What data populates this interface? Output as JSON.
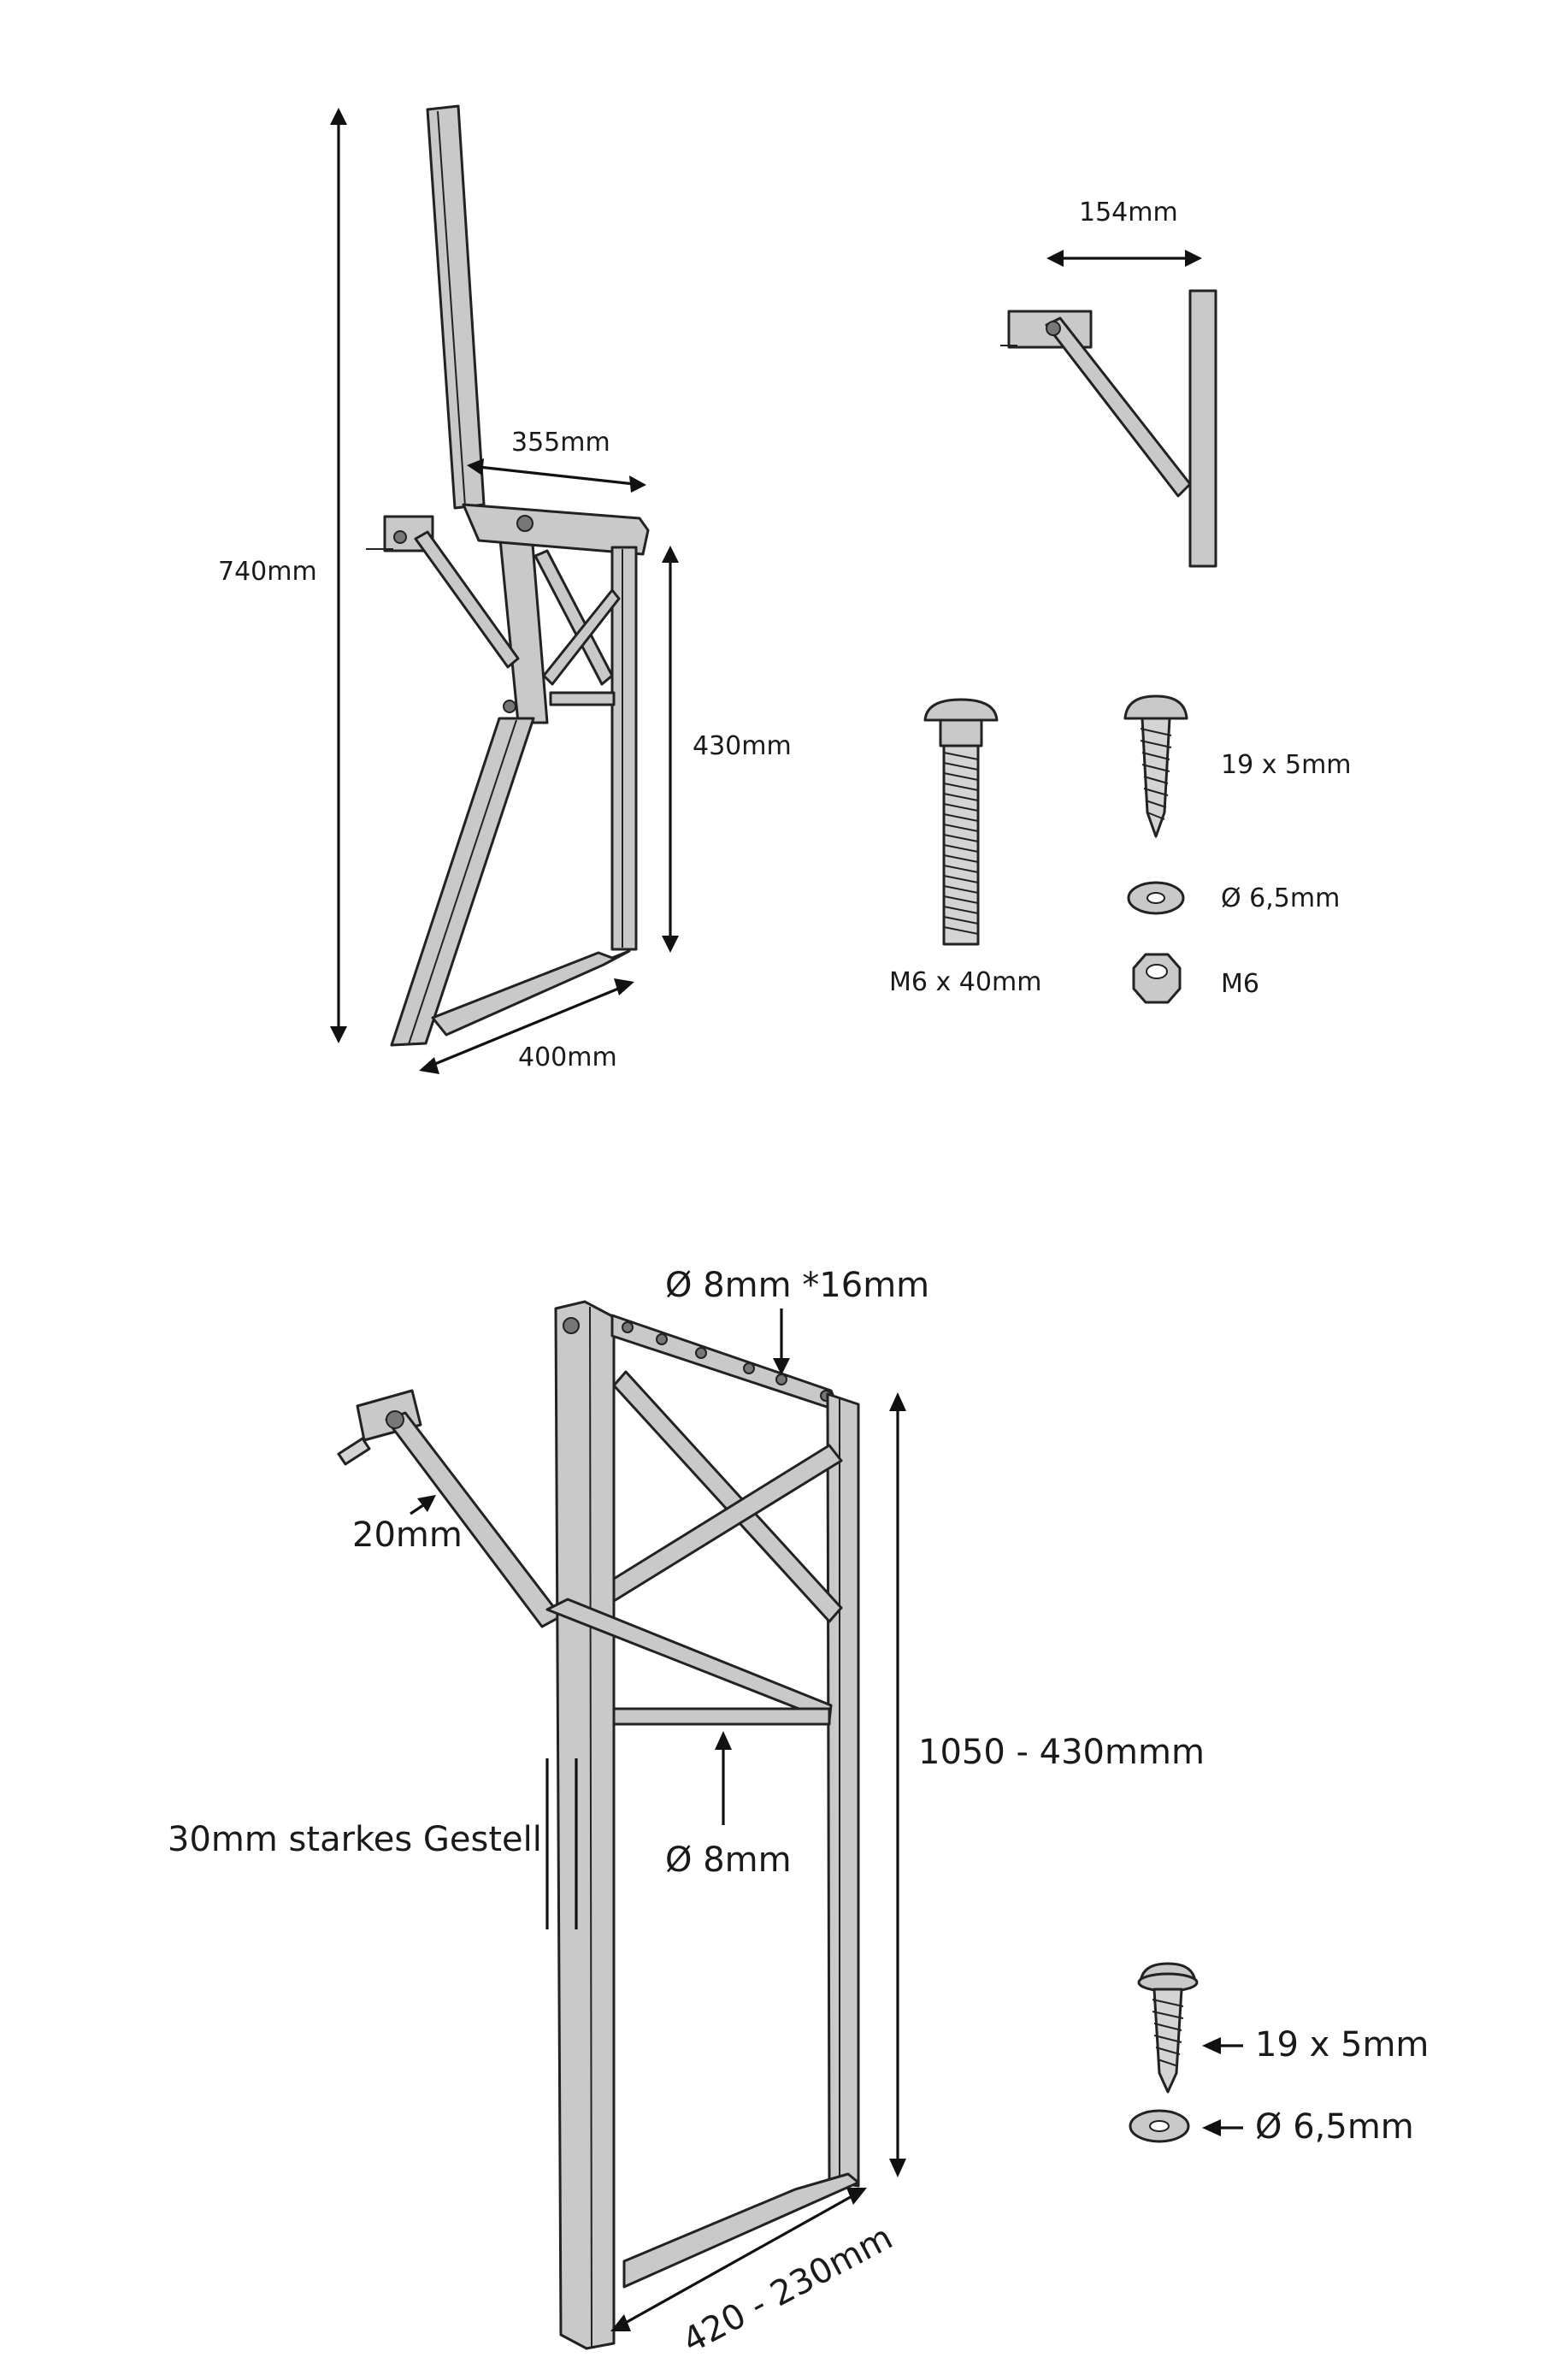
{
  "chair": {
    "height_label": "740mm",
    "seat_depth_label": "355mm",
    "seat_height_label": "430mm",
    "base_depth_label": "400mm"
  },
  "bracket": {
    "width_label": "154mm"
  },
  "hardware_top": {
    "bolt_label": "M6 x 40mm",
    "screw_label": "19 x 5mm",
    "washer_label": "Ø 6,5mm",
    "nut_label": "M6"
  },
  "rack": {
    "holes_label": "Ø 8mm *16mm",
    "strut_label": "20mm",
    "height_label": "1050 - 430mmm",
    "frame_label": "30mm starkes Gestell",
    "bar_label": "Ø 8mm",
    "depth_label": "420 - 230mm"
  },
  "hardware_bottom": {
    "screw_label": "19 x 5mm",
    "washer_label": "Ø 6,5mm"
  },
  "colors": {
    "metal_fill": "#c9c9c9",
    "outline": "#222222",
    "background": "#ffffff"
  }
}
